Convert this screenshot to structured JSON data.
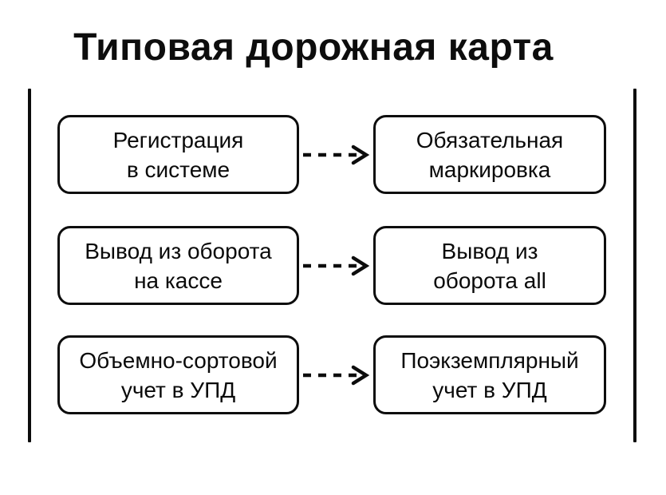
{
  "title": "Типовая дорожная карта",
  "colors": {
    "ink": "#0d0d0d",
    "background": "#ffffff"
  },
  "diagram": {
    "arrow_style": "dashed-right-arrow",
    "rows": [
      {
        "left": "Регистрация\nв системе",
        "right": "Обязательная\nмаркировка"
      },
      {
        "left": "Вывод из оборота\nна кассе",
        "right": "Вывод из\nоборота all"
      },
      {
        "left": "Объемно-сортовой\nучет в УПД",
        "right": "Поэкземплярный\nучет в УПД"
      }
    ]
  }
}
